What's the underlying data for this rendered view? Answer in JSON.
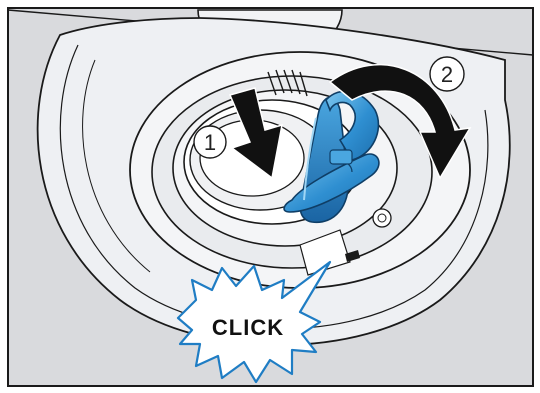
{
  "illustration": {
    "step1_label": "1",
    "step2_label": "2",
    "click_label": "CLICK"
  },
  "colors": {
    "background": "#d9dadd",
    "tub": "#eef0f3",
    "filter_blue": "#2f8fd1",
    "filter_blue_light": "#62b5e7",
    "outline": "#1a1a1a",
    "arrow": "#111111"
  }
}
